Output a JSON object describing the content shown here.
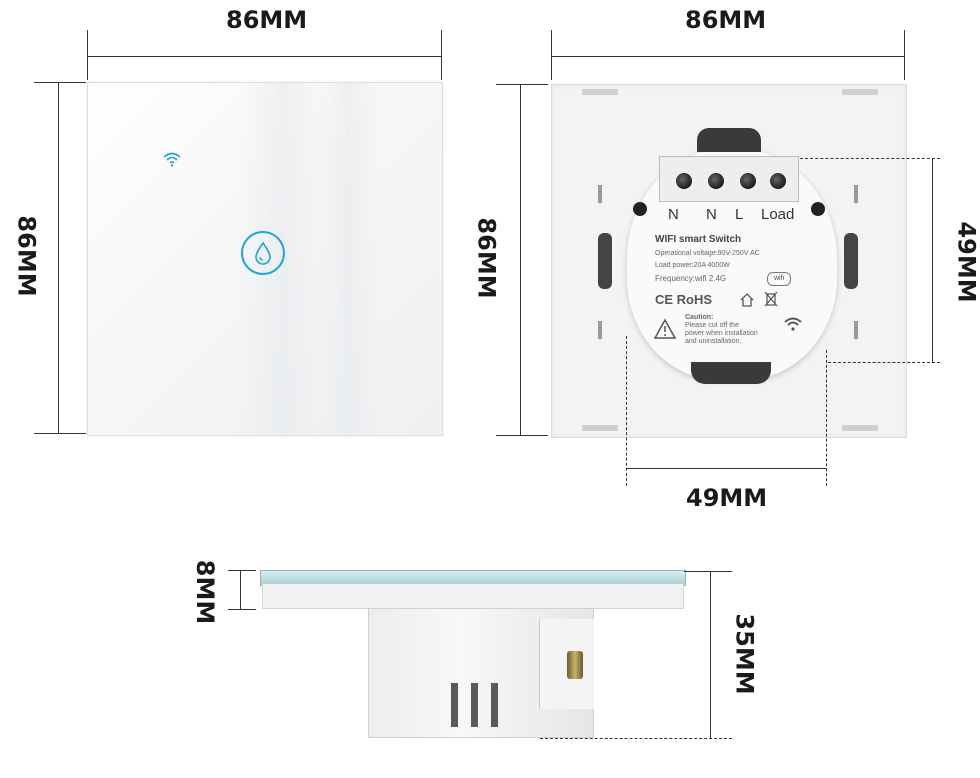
{
  "dimensions": {
    "front_width": "86MM",
    "front_height": "86MM",
    "back_width": "86MM",
    "back_height": "86MM",
    "module_height": "49MM",
    "module_width": "49MM",
    "glass_thickness": "8MM",
    "depth": "35MM"
  },
  "back_label": {
    "terminals": [
      "N",
      "N",
      "L",
      "Load"
    ],
    "title": "WIFI smart Switch",
    "voltage": "Operational voltage:90V-250V AC",
    "load_power": "Load power:20A  4000W",
    "frequency": "Frequency:wifi 2.4G",
    "certifications": "CE RoHS",
    "caution_title": "Caution:",
    "caution_line1": "Please cut off the",
    "caution_line2": "power when installation",
    "caution_line3": "and uninstallation."
  },
  "colors": {
    "accent": "#1ea4d8",
    "glass_edge": "#a9cfd6"
  },
  "icons": {
    "front_wifi": "wifi-icon",
    "front_button": "water-drop-icon",
    "back_wifi": "wifi-icon",
    "recycle": "home-icon",
    "weee": "crossed-bin-icon",
    "warning": "warning-triangle-icon"
  }
}
